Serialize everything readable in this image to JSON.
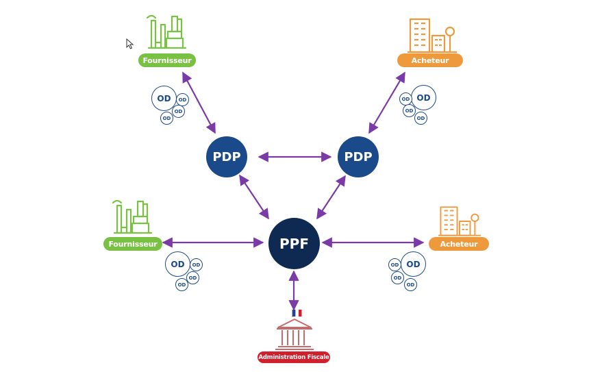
{
  "colors": {
    "pdp": "#1b4a8a",
    "ppf": "#0e2a52",
    "arrow": "#7a3aa8",
    "supplier": "#79c142",
    "buyer": "#ee9a3c",
    "admin": "#d0202d",
    "od": "#1b4a8a",
    "building_admin": "#c76a6a"
  },
  "nodes": {
    "pdp_left": "PDP",
    "pdp_right": "PDP",
    "ppf": "PPF"
  },
  "actors": {
    "supplier_top": "Fournisseur",
    "buyer_top": "Acheteur",
    "supplier_left": "Fournisseur",
    "buyer_right": "Acheteur",
    "administration": "Administration Fiscale"
  },
  "od": {
    "big": "OD",
    "small": "OD"
  },
  "icons": {
    "supplier": "factory-icon",
    "buyer": "office-building-icon",
    "administration": "government-building-icon",
    "flag": "french-flag-icon",
    "cursor": "mouse-cursor-icon"
  }
}
